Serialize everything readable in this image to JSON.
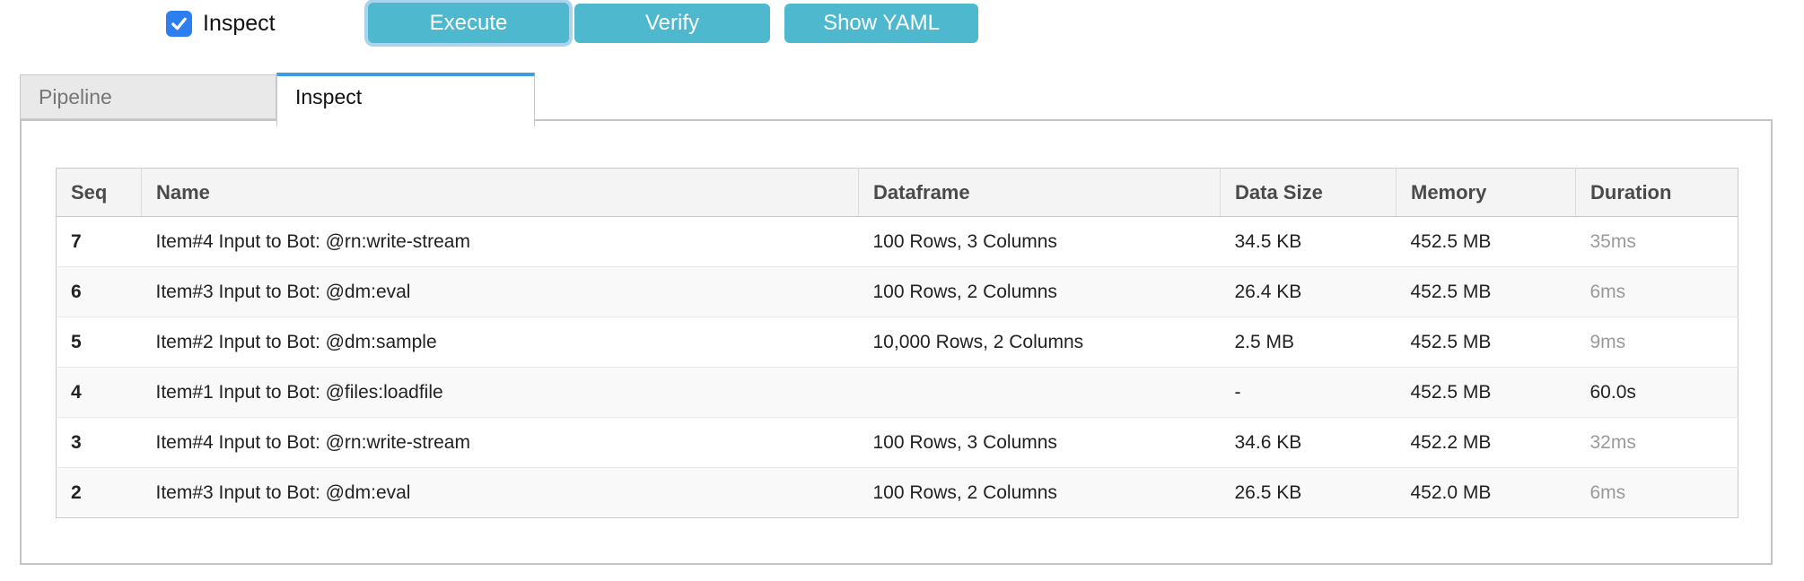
{
  "controls": {
    "inspect_checkbox": {
      "label": "Inspect",
      "checked": true
    },
    "execute_button": "Execute",
    "verify_button": "Verify",
    "show_yaml_button": "Show YAML"
  },
  "tabs": {
    "pipeline": {
      "label": "Pipeline",
      "active": false
    },
    "inspect": {
      "label": "Inspect",
      "active": true
    }
  },
  "table": {
    "columns": {
      "seq": "Seq",
      "name": "Name",
      "dataframe": "Dataframe",
      "data_size": "Data Size",
      "memory": "Memory",
      "duration": "Duration"
    },
    "rows": [
      {
        "seq": "7",
        "name": "Item#4 Input to Bot: @rn:write-stream",
        "dataframe": "100 Rows, 3 Columns",
        "data_size": "34.5 KB",
        "memory": "452.5 MB",
        "duration": "35ms",
        "duration_muted": true
      },
      {
        "seq": "6",
        "name": "Item#3 Input to Bot: @dm:eval",
        "dataframe": "100 Rows, 2 Columns",
        "data_size": "26.4 KB",
        "memory": "452.5 MB",
        "duration": "6ms",
        "duration_muted": true
      },
      {
        "seq": "5",
        "name": "Item#2 Input to Bot: @dm:sample",
        "dataframe": "10,000 Rows, 2 Columns",
        "data_size": "2.5 MB",
        "memory": "452.5 MB",
        "duration": "9ms",
        "duration_muted": true
      },
      {
        "seq": "4",
        "name": "Item#1 Input to Bot: @files:loadfile",
        "dataframe": "",
        "data_size": "-",
        "memory": "452.5 MB",
        "duration": "60.0s",
        "duration_muted": false
      },
      {
        "seq": "3",
        "name": "Item#4 Input to Bot: @rn:write-stream",
        "dataframe": "100 Rows, 3 Columns",
        "data_size": "34.6 KB",
        "memory": "452.2 MB",
        "duration": "32ms",
        "duration_muted": true
      },
      {
        "seq": "2",
        "name": "Item#3 Input to Bot: @dm:eval",
        "dataframe": "100 Rows, 2 Columns",
        "data_size": "26.5 KB",
        "memory": "452.0 MB",
        "duration": "6ms",
        "duration_muted": true
      }
    ]
  },
  "colors": {
    "button_teal": "#4db8ce",
    "checkbox_blue": "#2d7ff0",
    "active_tab_accent": "#3d9de4",
    "muted_text": "#9a9a9a",
    "stripe_bg": "#f9f9f9"
  }
}
